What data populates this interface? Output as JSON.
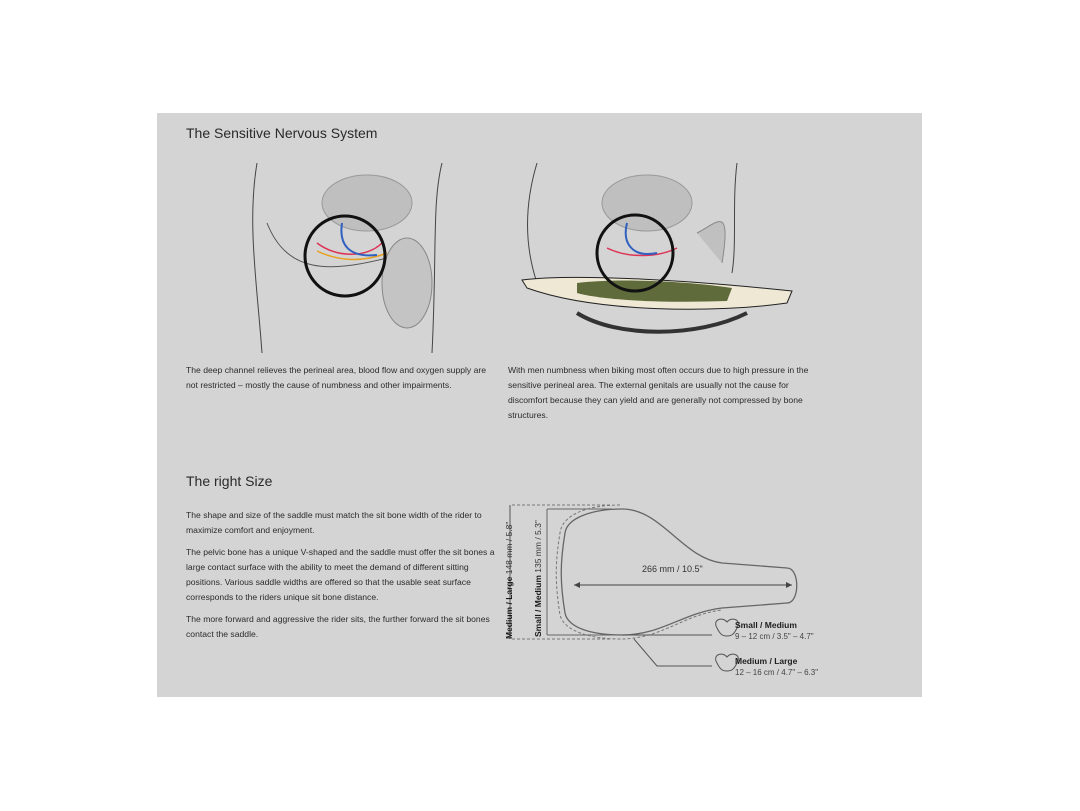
{
  "section1": {
    "title": "The Sensitive Nervous System",
    "left_text": "The deep channel relieves the perineal area, blood flow and oxygen supply are not restricted – mostly the cause of numbness and other impairments.",
    "right_text": "With men numbness when biking most often occurs due to high pressure in the sensitive perineal area. The external genitals are usually not the cause for discomfort because they can yield and are generally not compressed by bone structures."
  },
  "section2": {
    "title": "The right Size",
    "paragraphs": [
      "The shape and size of the saddle must match the sit bone width of the rider to maximize comfort and enjoyment.",
      "The pelvic bone has a unique V-shaped and the saddle must offer the sit bones a large contact surface with the ability to meet the demand of different sitting positions. Various saddle widths are offered so that the usable seat surface corresponds to the riders unique sit bone distance.",
      "The more forward and aggressive the rider sits, the further forward the sit bones contact the saddle."
    ]
  },
  "diagram": {
    "width_ml_label": "Medium / Large",
    "width_ml_value": "148 mm / 5.8\"",
    "width_sm_label": "Small / Medium",
    "width_sm_value": "135 mm / 5.3\"",
    "length": "266 mm / 10.5\"",
    "sizes": [
      {
        "name": "Small / Medium",
        "range": "9 – 12 cm / 3.5\" – 4.7\""
      },
      {
        "name": "Medium / Large",
        "range": "12 – 16 cm / 4.7\" – 6.3\""
      }
    ]
  }
}
